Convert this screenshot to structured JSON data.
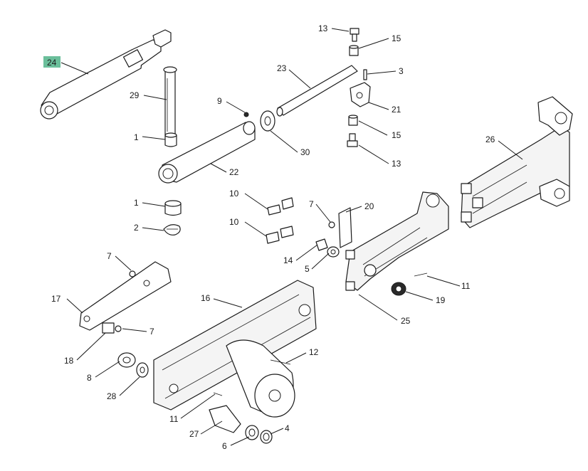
{
  "diagram": {
    "highlight_color": "#6bbf9b",
    "callouts": {
      "c24": "24",
      "c29": "29",
      "c1a": "1",
      "c1b": "1",
      "c2": "2",
      "c9": "9",
      "c22": "22",
      "c30": "30",
      "c23": "23",
      "c13a": "13",
      "c15a": "15",
      "c3": "3",
      "c21": "21",
      "c15b": "15",
      "c13b": "13",
      "c26": "26",
      "c10a": "10",
      "c10b": "10",
      "c7a": "7",
      "c20": "20",
      "c14": "14",
      "c5": "5",
      "c11a": "11",
      "c19": "19",
      "c25": "25",
      "c7b": "7",
      "c17": "17",
      "c7c": "7",
      "c16": "16",
      "c18": "18",
      "c12": "12",
      "c8": "8",
      "c28": "28",
      "c11b": "11",
      "c27": "27",
      "c4": "4",
      "c6": "6"
    }
  }
}
